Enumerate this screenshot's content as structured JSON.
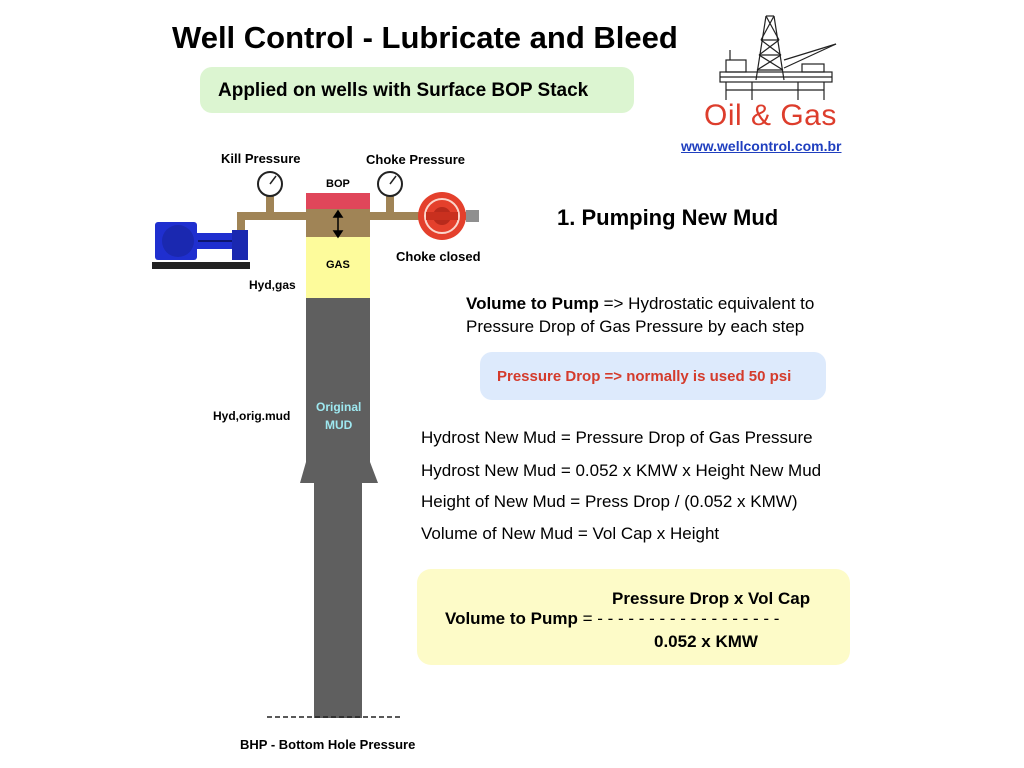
{
  "title": "Well Control - Lubricate and Bleed",
  "subtitle": "Applied on wells with Surface BOP Stack",
  "logo": {
    "text": "Oil & Gas",
    "website": "www.wellcontrol.com.br"
  },
  "diagram": {
    "kill_pressure": "Kill Pressure",
    "choke_pressure": "Choke  Pressure",
    "bop": "BOP",
    "gas": "GAS",
    "choke_closed": "Choke closed",
    "hyd_gas": "Hyd,gas",
    "hyd_orig_mud": "Hyd,orig.mud",
    "original_mud_line1": "Original",
    "original_mud_line2": "MUD",
    "bhp": "BHP - Bottom Hole Pressure",
    "bhp_dashes": "----------------"
  },
  "step_title": "1. Pumping New Mud",
  "volume_to_pump": {
    "bold": "Volume to Pump",
    "rest": " => Hydrostatic equivalent to",
    "line2": "Pressure Drop of Gas Pressure by each step"
  },
  "pressure_drop_note": "Pressure Drop => normally is used 50 psi",
  "equations": [
    "Hydrost New Mud = Pressure Drop of Gas Pressure",
    "Hydrost New Mud = 0.052 x KMW x Height New Mud",
    "Height of New Mud = Press Drop / (0.052 x KMW)",
    "Volume of New Mud = Vol Cap x Height"
  ],
  "formula": {
    "numerator": "Pressure Drop x Vol Cap",
    "label": "Volume to Pump",
    "bar": " = - - - - - - - - - - - - - - - - - -",
    "denominator": "0.052 x KMW"
  },
  "colors": {
    "mud": "#5f5f5f",
    "gas": "#fdfb9b",
    "bop": "#e0465a",
    "pipe": "#a08456",
    "pump": "#1f2fcf",
    "valve": "#e4402c",
    "accent_red": "#d43b2c",
    "link_blue": "#1f3fbf"
  }
}
